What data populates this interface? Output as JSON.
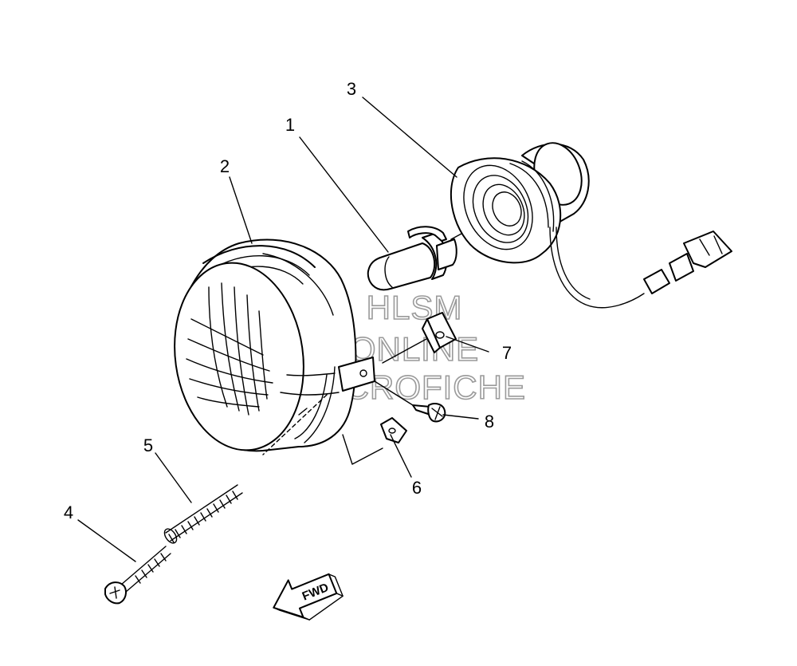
{
  "callouts": [
    {
      "id": "1",
      "label": "1",
      "part": "bulb"
    },
    {
      "id": "2",
      "label": "2",
      "part": "headlight-unit"
    },
    {
      "id": "3",
      "label": "3",
      "part": "socket-cord"
    },
    {
      "id": "4",
      "label": "4",
      "part": "adjusting-screw"
    },
    {
      "id": "5",
      "label": "5",
      "part": "spring"
    },
    {
      "id": "6",
      "label": "6",
      "part": "nut"
    },
    {
      "id": "7",
      "label": "7",
      "part": "clip-nut"
    },
    {
      "id": "8",
      "label": "8",
      "part": "screw"
    }
  ],
  "watermark": {
    "line1": "HLSM",
    "line2": "ONLINE",
    "line3": "MICROFICHE"
  },
  "direction_arrow": {
    "label": "FWD"
  }
}
